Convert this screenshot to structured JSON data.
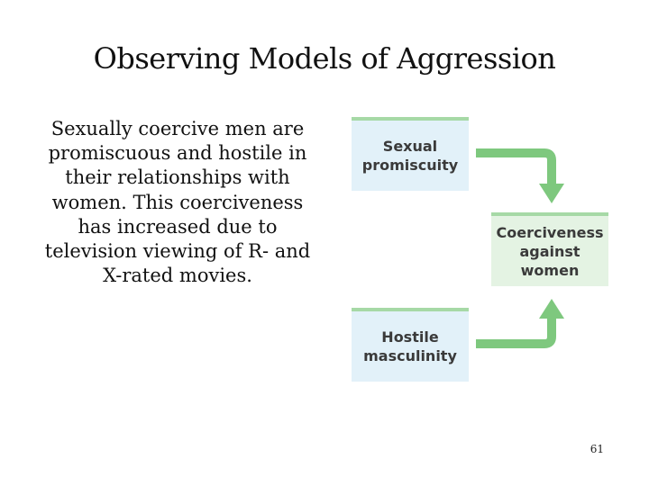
{
  "slide": {
    "title": "Observing Models of Aggression",
    "body": "Sexually coercive men are promiscuous and hostile in their relationships with women. This coerciveness has increased due to television viewing of R- and X-rated movies.",
    "page_number": "61"
  },
  "diagram": {
    "nodes": {
      "sexual_promiscuity": "Sexual\npromiscuity",
      "hostile_masculinity": "Hostile\nmasculinity",
      "coerciveness": "Coerciveness\nagainst\nwomen"
    },
    "colors": {
      "box_fill": "#e2f1f9",
      "box_fill_outcome": "#e4f3e3",
      "box_top_border": "#a6d9a6",
      "arrow": "#7ec87e"
    }
  }
}
